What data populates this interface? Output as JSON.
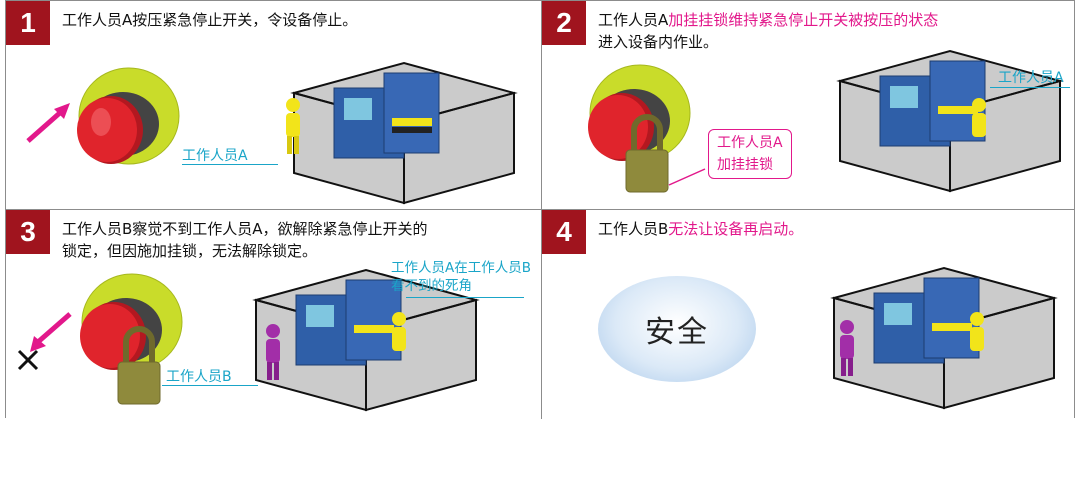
{
  "panels": [
    {
      "number": "1",
      "caption_lines": [
        {
          "plain": "工作人员A按压紧急停止开关，令设备停止。",
          "highlight": ""
        }
      ],
      "worker_label": "工作人员A"
    },
    {
      "number": "2",
      "caption_lines": [
        {
          "plain": "工作人员A",
          "highlight": "加挂挂锁维持紧急停止开关被按压的状态"
        },
        {
          "plain": "进入设备内作业。",
          "highlight": ""
        }
      ],
      "worker_label": "工作人员A",
      "callout_lines": [
        "工作人员A",
        "加挂挂锁"
      ]
    },
    {
      "number": "3",
      "caption_lines": [
        {
          "plain": "工作人员B察觉不到工作人员A，欲解除紧急停止开关的",
          "highlight": ""
        },
        {
          "plain": "锁定，但因施加挂锁，无法解除锁定。",
          "highlight": ""
        }
      ],
      "worker_label": "工作人员B",
      "blind_spot_lines": [
        "工作人员A在工作人员B",
        "看不到的死角"
      ]
    },
    {
      "number": "4",
      "caption_lines": [
        {
          "plain": "工作人员B",
          "highlight": "无法让设备再启动。"
        }
      ],
      "safe_text": "安全"
    }
  ],
  "colors": {
    "number_bg": "#a0141e",
    "highlight": "#e2188b",
    "label": "#1aa5c8",
    "button_red": "#e0242c",
    "collar_yellow": "#c9dc2a",
    "machine_blue": "#2f5fa8",
    "worker_yellow": "#f2e41a",
    "worker_purple": "#a22ea8",
    "lock_olive": "#8f8a3c"
  },
  "icons": [
    "emergency-stop-button-icon",
    "padlock-icon",
    "arrow-icon",
    "cross-mark-icon",
    "machine-enclosure-icon",
    "worker-icon"
  ]
}
